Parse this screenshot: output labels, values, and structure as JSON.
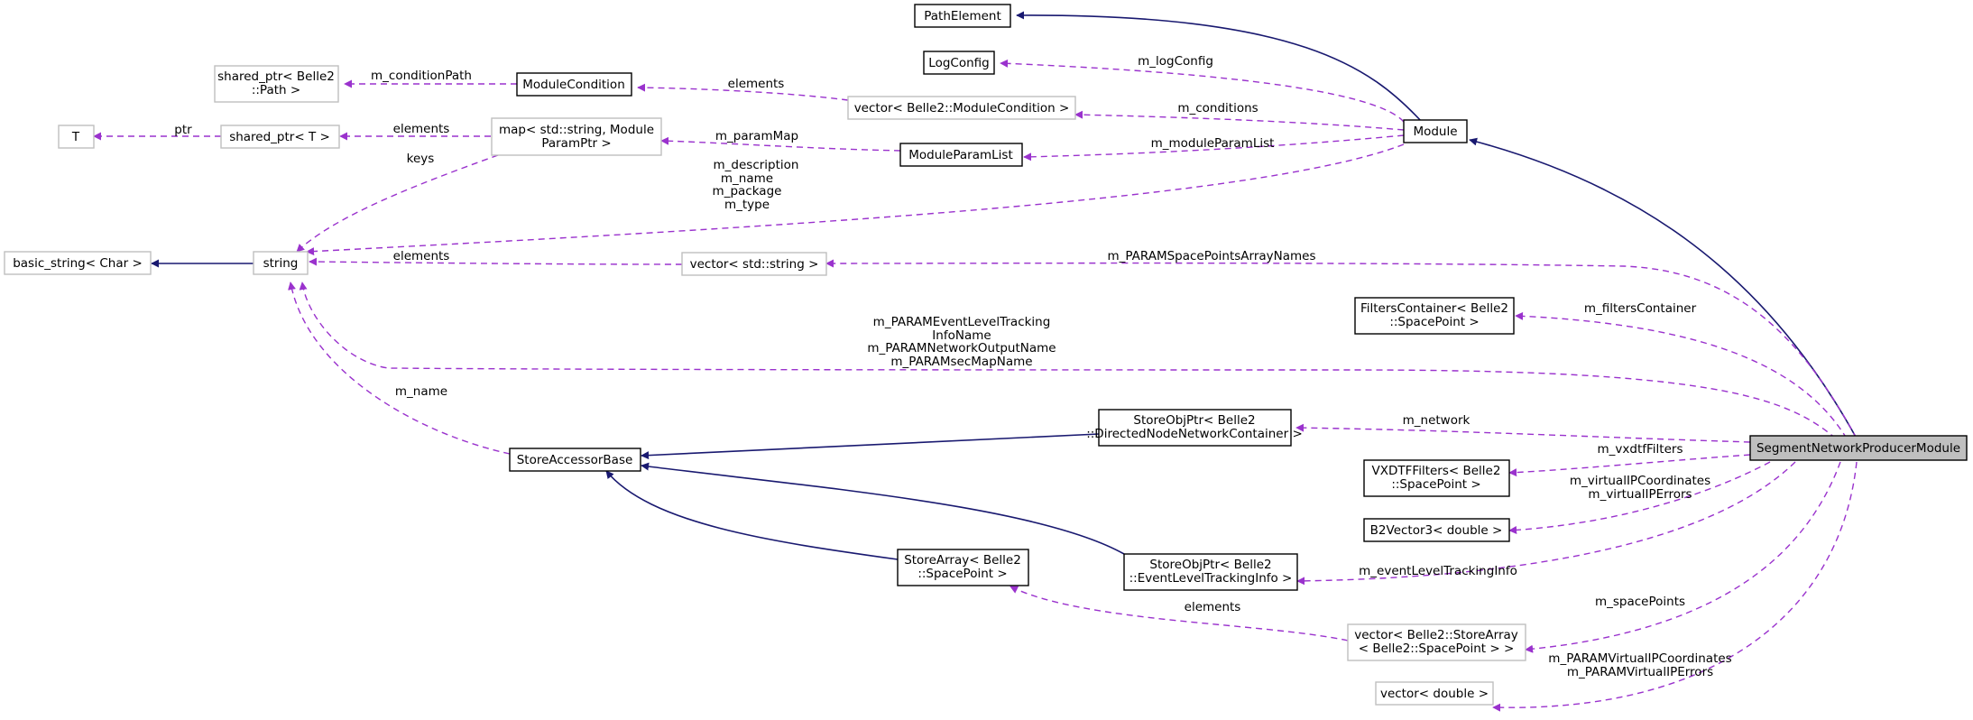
{
  "nodes": {
    "path_element": "PathElement",
    "log_config": "LogConfig",
    "shared_ptr_path": [
      "shared_ptr< Belle2",
      "::Path >"
    ],
    "module_condition": "ModuleCondition",
    "vector_module_condition": "vector< Belle2::ModuleCondition >",
    "t": "T",
    "shared_ptr_t": "shared_ptr< T >",
    "map_string_param": [
      "map< std::string, Module",
      "ParamPtr >"
    ],
    "module_param_list": "ModuleParamList",
    "module": "Module",
    "basic_string": "basic_string< Char >",
    "string": "string",
    "vector_string": "vector< std::string >",
    "filters_container": [
      "FiltersContainer< Belle2",
      "::SpacePoint >"
    ],
    "store_obj_ptr_network": [
      "StoreObjPtr< Belle2",
      "::DirectedNodeNetworkContainer >"
    ],
    "segment_network_producer": "SegmentNetworkProducerModule",
    "store_accessor_base": "StoreAccessorBase",
    "vxdtf_filters": [
      "VXDTFFilters< Belle2",
      "::SpacePoint >"
    ],
    "b2vector3": "B2Vector3< double >",
    "store_array_spacepoint": [
      "StoreArray< Belle2",
      "::SpacePoint >"
    ],
    "store_obj_ptr_event": [
      "StoreObjPtr< Belle2",
      "::EventLevelTrackingInfo >"
    ],
    "vector_store_array": [
      "vector< Belle2::StoreArray",
      "< Belle2::SpacePoint > >"
    ],
    "vector_double": "vector< double >"
  },
  "edge_labels": {
    "m_logConfig": "m_logConfig",
    "m_conditionPath": "m_conditionPath",
    "elements_condition": "elements",
    "m_conditions": "m_conditions",
    "ptr": "ptr",
    "elements_shared": "elements",
    "m_paramMap": "m_paramMap",
    "m_moduleParamList": "m_moduleParamList",
    "keys": "keys",
    "module_strings": [
      "m_description",
      "m_name",
      "m_package",
      "m_type"
    ],
    "elements_string": "elements",
    "m_PARAMSpacePointsArrayNames": "m_PARAMSpacePointsArrayNames",
    "m_filtersContainer": "m_filtersContainer",
    "param_strings": [
      "m_PARAMEventLevelTracking",
      "InfoName",
      "m_PARAMNetworkOutputName",
      "m_PARAMsecMapName"
    ],
    "m_name": "m_name",
    "m_network": "m_network",
    "m_vxdtfFilters": "m_vxdtfFilters",
    "ip_coords": [
      "m_virtualIPCoordinates",
      "m_virtualIPErrors"
    ],
    "m_eventLevelTrackingInfo": "m_eventLevelTrackingInfo",
    "elements_spacepoint": "elements",
    "m_spacePoints": "m_spacePoints",
    "param_ip": [
      "m_PARAMVirtualIPCoordinates",
      "m_PARAMVirtualIPErrors"
    ]
  },
  "colors": {
    "inheritance_edge": "#191970",
    "usage_edge": "#9a32cd",
    "focus_fill": "#bfbfbf",
    "ghost_border": "#bfbfbf"
  }
}
